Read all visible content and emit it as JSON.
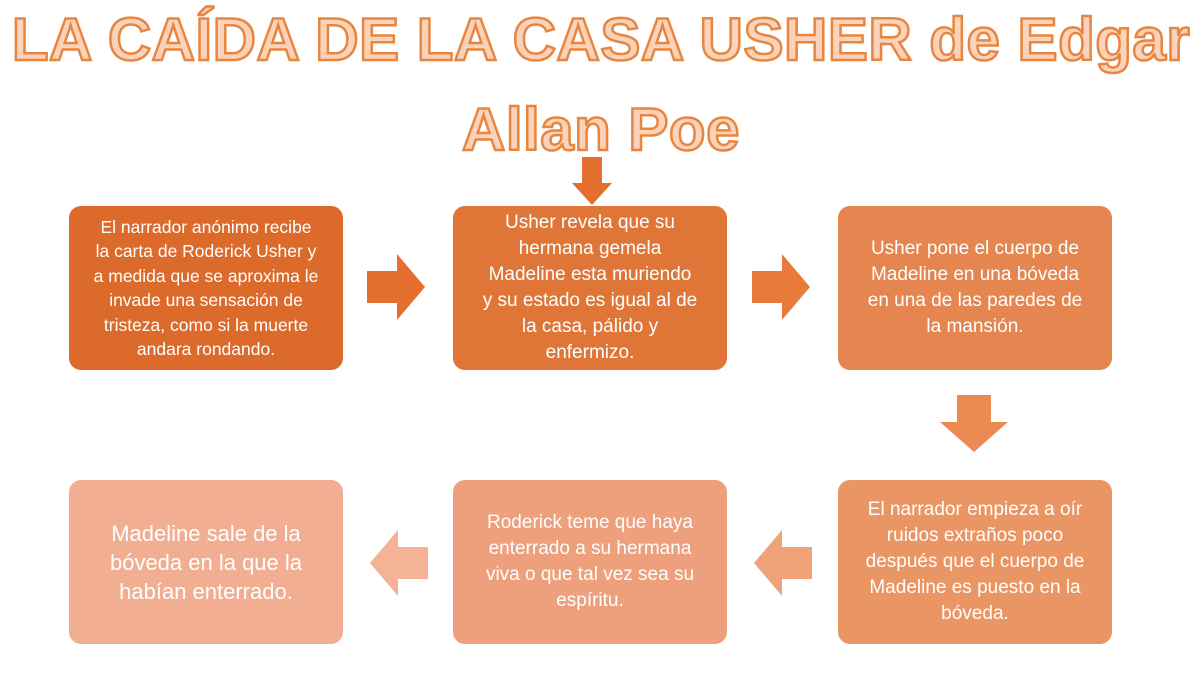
{
  "title": {
    "line1": "LA CAÍDA DE LA CASA USHER de Edgar",
    "line2": "Allan Poe"
  },
  "colors": {
    "title_fill": "#fbd3bb",
    "title_stroke": "#e8863f",
    "box1": "#dc6a2b",
    "box2": "#df7638",
    "box3": "#e58650",
    "box4": "#ea9564",
    "box5": "#eda07b",
    "box6": "#f1ae92",
    "arrow1": "#e46f2e",
    "arrow2": "#e87a3c",
    "arrow3": "#ec8a54",
    "arrow4": "#f0a378",
    "arrow5": "#f3b394",
    "down_arrow": "#e46f2e"
  },
  "steps": [
    {
      "text": "El narrador anónimo recibe\nla carta de Roderick Usher y\na medida que se aproxima le\ninvade una sensación de\ntristeza, como si la muerte\nandara rondando."
    },
    {
      "text": "Usher revela que su\nhermana gemela\nMadeline esta muriendo\ny su estado es igual al de\nla casa, pálido y\nenfermizo."
    },
    {
      "text": "Usher pone el cuerpo de\nMadeline en una bóveda\nen una de las paredes de\nla mansión."
    },
    {
      "text": "El narrador empieza a oír\nruidos extraños poco\ndespués que el cuerpo de\nMadeline es puesto en la\nbóveda."
    },
    {
      "text": "Roderick teme que haya\nenterrado a su hermana\nviva o que tal vez sea su\nespíritu."
    },
    {
      "text": "Madeline sale de la\nbóveda en la que la\nhabían enterrado."
    }
  ],
  "arrows": [
    "right-arrow",
    "right-arrow",
    "down-arrow",
    "left-arrow",
    "left-arrow",
    "down-arrow"
  ]
}
